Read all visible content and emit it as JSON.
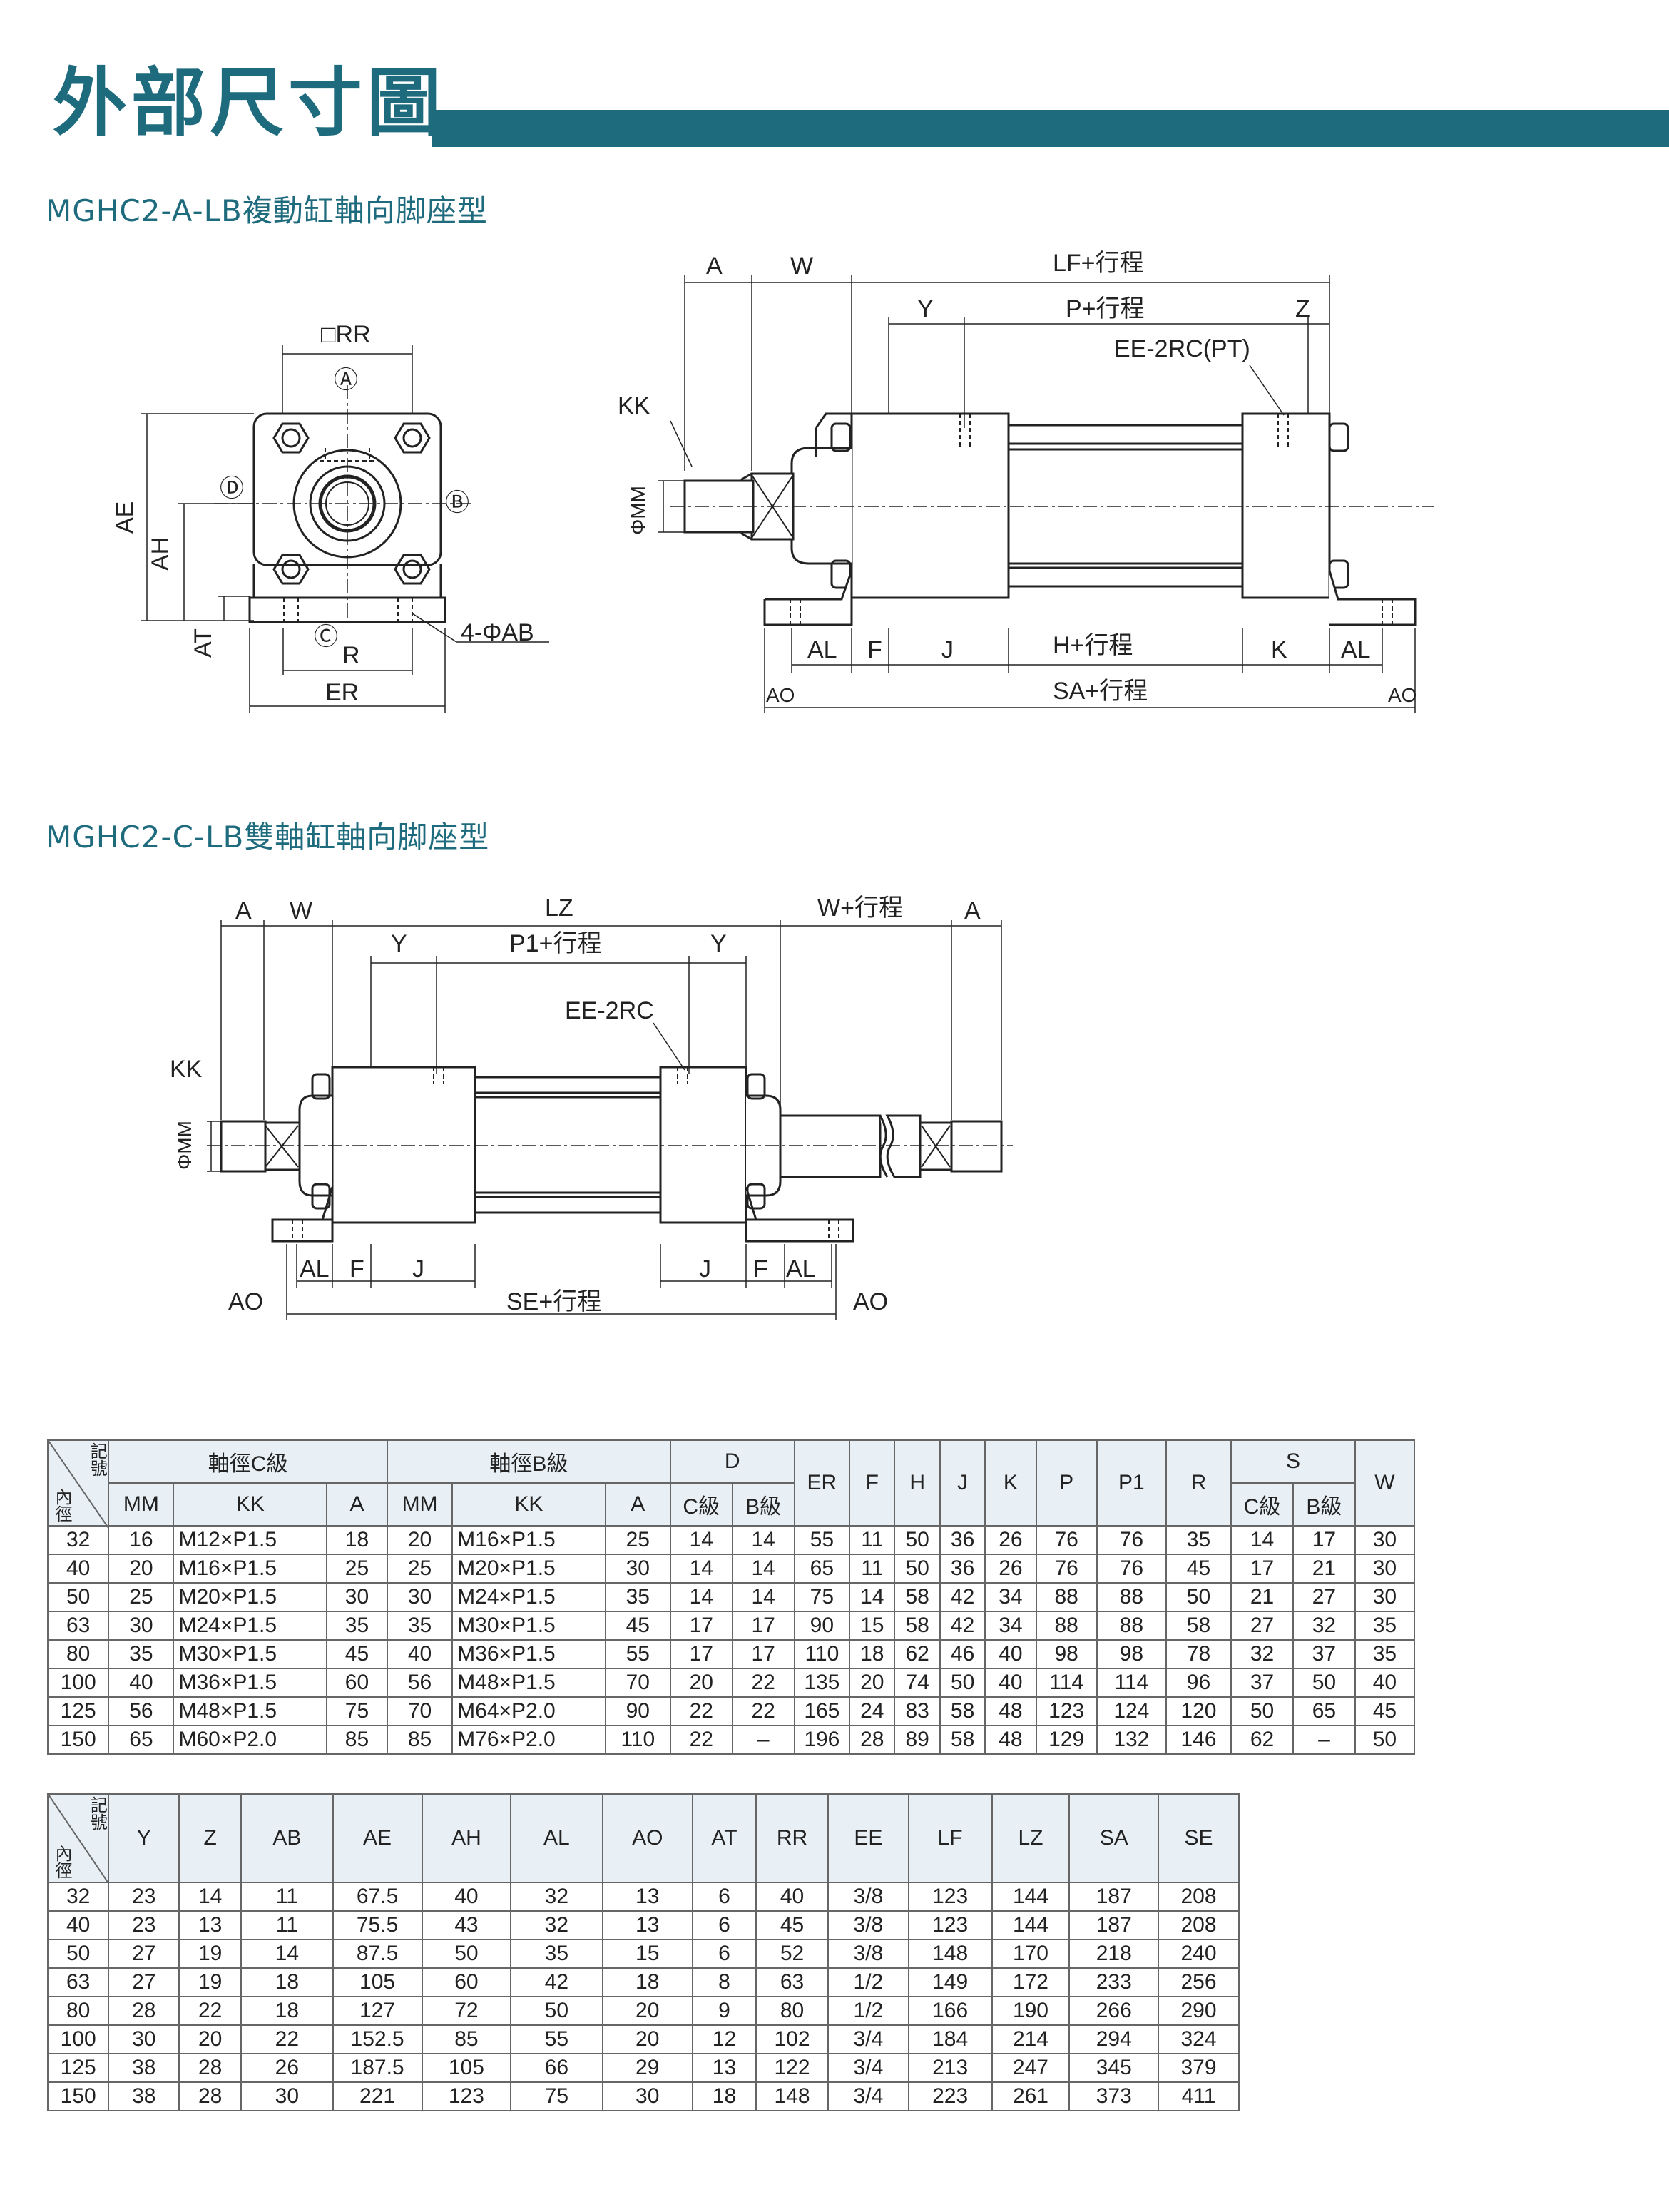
{
  "header": {
    "title": "外部尺寸圖"
  },
  "section1": {
    "subtitle": "MGHC2-A-LB複動缸軸向脚座型",
    "front_labels": {
      "rr": "□RR",
      "a": "Ⓐ",
      "b": "Ⓑ",
      "c": "Ⓒ",
      "d": "Ⓓ",
      "ae": "AE",
      "ah": "AH",
      "at": "AT",
      "r": "R",
      "er": "ER",
      "ab": "4-ΦAB"
    },
    "side_labels": {
      "a": "A",
      "w": "W",
      "lf": "LF+行程",
      "y": "Y",
      "p": "P+行程",
      "z": "Z",
      "ee": "EE-2RC(PT)",
      "kk": "KK",
      "mm": "ΦMM",
      "al": "AL",
      "f": "F",
      "j": "J",
      "h": "H+行程",
      "k": "K",
      "al2": "AL",
      "ao": "AO",
      "sa": "SA+行程",
      "ao2": "AO"
    }
  },
  "section2": {
    "subtitle": "MGHC2-C-LB雙軸缸軸向脚座型",
    "labels": {
      "a": "A",
      "w": "W",
      "lz": "LZ",
      "w2": "W+行程",
      "a2": "A",
      "y": "Y",
      "p1": "P1+行程",
      "y2": "Y",
      "ee": "EE-2RC",
      "kk": "KK",
      "mm": "ΦMM",
      "al": "AL",
      "f": "F",
      "j": "J",
      "j2": "J",
      "f2": "F",
      "al2": "AL",
      "ao": "AO",
      "se": "SE+行程",
      "ao2": "AO"
    }
  },
  "table1": {
    "corner_top": "記號",
    "corner_bottom": "內徑",
    "group_headers": {
      "shaft_c": "軸徑C級",
      "shaft_b": "軸徑B級",
      "d": "D",
      "s": "S"
    },
    "single_headers": [
      "ER",
      "F",
      "H",
      "J",
      "K",
      "P",
      "P1",
      "R",
      "W"
    ],
    "sub_headers": [
      "MM",
      "KK",
      "A",
      "MM",
      "KK",
      "A",
      "C級",
      "B級",
      "C級",
      "B級"
    ],
    "rows": [
      [
        "32",
        "16",
        "M12×P1.5",
        "18",
        "20",
        "M16×P1.5",
        "25",
        "14",
        "14",
        "55",
        "11",
        "50",
        "36",
        "26",
        "76",
        "76",
        "35",
        "14",
        "17",
        "30"
      ],
      [
        "40",
        "20",
        "M16×P1.5",
        "25",
        "25",
        "M20×P1.5",
        "30",
        "14",
        "14",
        "65",
        "11",
        "50",
        "36",
        "26",
        "76",
        "76",
        "45",
        "17",
        "21",
        "30"
      ],
      [
        "50",
        "25",
        "M20×P1.5",
        "30",
        "30",
        "M24×P1.5",
        "35",
        "14",
        "14",
        "75",
        "14",
        "58",
        "42",
        "34",
        "88",
        "88",
        "50",
        "21",
        "27",
        "30"
      ],
      [
        "63",
        "30",
        "M24×P1.5",
        "35",
        "35",
        "M30×P1.5",
        "45",
        "17",
        "17",
        "90",
        "15",
        "58",
        "42",
        "34",
        "88",
        "88",
        "58",
        "27",
        "32",
        "35"
      ],
      [
        "80",
        "35",
        "M30×P1.5",
        "45",
        "40",
        "M36×P1.5",
        "55",
        "17",
        "17",
        "110",
        "18",
        "62",
        "46",
        "40",
        "98",
        "98",
        "78",
        "32",
        "37",
        "35"
      ],
      [
        "100",
        "40",
        "M36×P1.5",
        "60",
        "56",
        "M48×P1.5",
        "70",
        "20",
        "22",
        "135",
        "20",
        "74",
        "50",
        "40",
        "114",
        "114",
        "96",
        "37",
        "50",
        "40"
      ],
      [
        "125",
        "56",
        "M48×P1.5",
        "75",
        "70",
        "M64×P2.0",
        "90",
        "22",
        "22",
        "165",
        "24",
        "83",
        "58",
        "48",
        "123",
        "124",
        "120",
        "50",
        "65",
        "45"
      ],
      [
        "150",
        "65",
        "M60×P2.0",
        "85",
        "85",
        "M76×P2.0",
        "110",
        "22",
        "–",
        "196",
        "28",
        "89",
        "58",
        "48",
        "129",
        "132",
        "146",
        "62",
        "–",
        "50"
      ]
    ]
  },
  "table2": {
    "corner_top": "記號",
    "corner_bottom": "內徑",
    "headers": [
      "Y",
      "Z",
      "AB",
      "AE",
      "AH",
      "AL",
      "AO",
      "AT",
      "RR",
      "EE",
      "LF",
      "LZ",
      "SA",
      "SE"
    ],
    "rows": [
      [
        "32",
        "23",
        "14",
        "11",
        "67.5",
        "40",
        "32",
        "13",
        "6",
        "40",
        "3/8",
        "123",
        "144",
        "187",
        "208"
      ],
      [
        "40",
        "23",
        "13",
        "11",
        "75.5",
        "43",
        "32",
        "13",
        "6",
        "45",
        "3/8",
        "123",
        "144",
        "187",
        "208"
      ],
      [
        "50",
        "27",
        "19",
        "14",
        "87.5",
        "50",
        "35",
        "15",
        "6",
        "52",
        "3/8",
        "148",
        "170",
        "218",
        "240"
      ],
      [
        "63",
        "27",
        "19",
        "18",
        "105",
        "60",
        "42",
        "18",
        "8",
        "63",
        "1/2",
        "149",
        "172",
        "233",
        "256"
      ],
      [
        "80",
        "28",
        "22",
        "18",
        "127",
        "72",
        "50",
        "20",
        "9",
        "80",
        "1/2",
        "166",
        "190",
        "266",
        "290"
      ],
      [
        "100",
        "30",
        "20",
        "22",
        "152.5",
        "85",
        "55",
        "20",
        "12",
        "102",
        "3/4",
        "184",
        "214",
        "294",
        "324"
      ],
      [
        "125",
        "38",
        "28",
        "26",
        "187.5",
        "105",
        "66",
        "29",
        "13",
        "122",
        "3/4",
        "213",
        "247",
        "345",
        "379"
      ],
      [
        "150",
        "38",
        "28",
        "30",
        "221",
        "123",
        "75",
        "30",
        "18",
        "148",
        "3/4",
        "223",
        "261",
        "373",
        "411"
      ]
    ]
  }
}
